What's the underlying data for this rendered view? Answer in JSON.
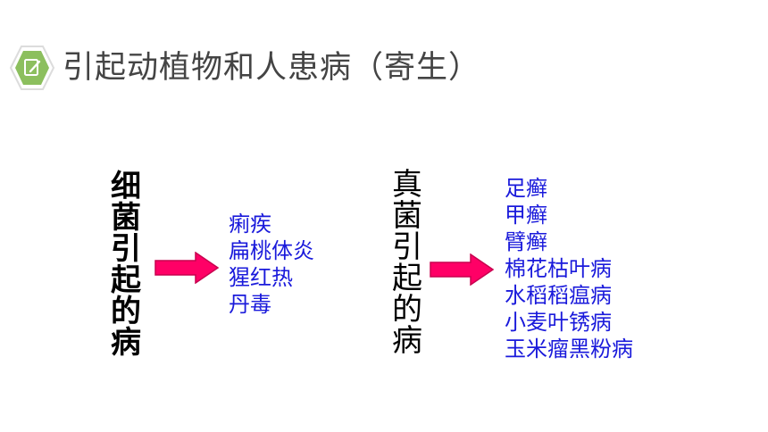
{
  "title": "引起动植物和人患病（寄生）",
  "colors": {
    "icon_fill": "#8cbf5e",
    "icon_border": "#dcdcdc",
    "arrow_fill": "#ff0066",
    "arrow_stroke": "#c8004f",
    "list_text": "#1a1adb",
    "title_text": "#444444"
  },
  "icon": "edit-note-icon",
  "bacteria": {
    "label": "细菌引起的病",
    "diseases": [
      "痢疾",
      "扁桃体炎",
      "猩红热",
      "丹毒"
    ]
  },
  "fungi": {
    "label": "真菌引起的病",
    "diseases": [
      "足癣",
      "甲癣",
      "臂癣",
      "棉花枯叶病",
      "水稻稻瘟病",
      "小麦叶锈病",
      "玉米瘤黑粉病"
    ]
  }
}
